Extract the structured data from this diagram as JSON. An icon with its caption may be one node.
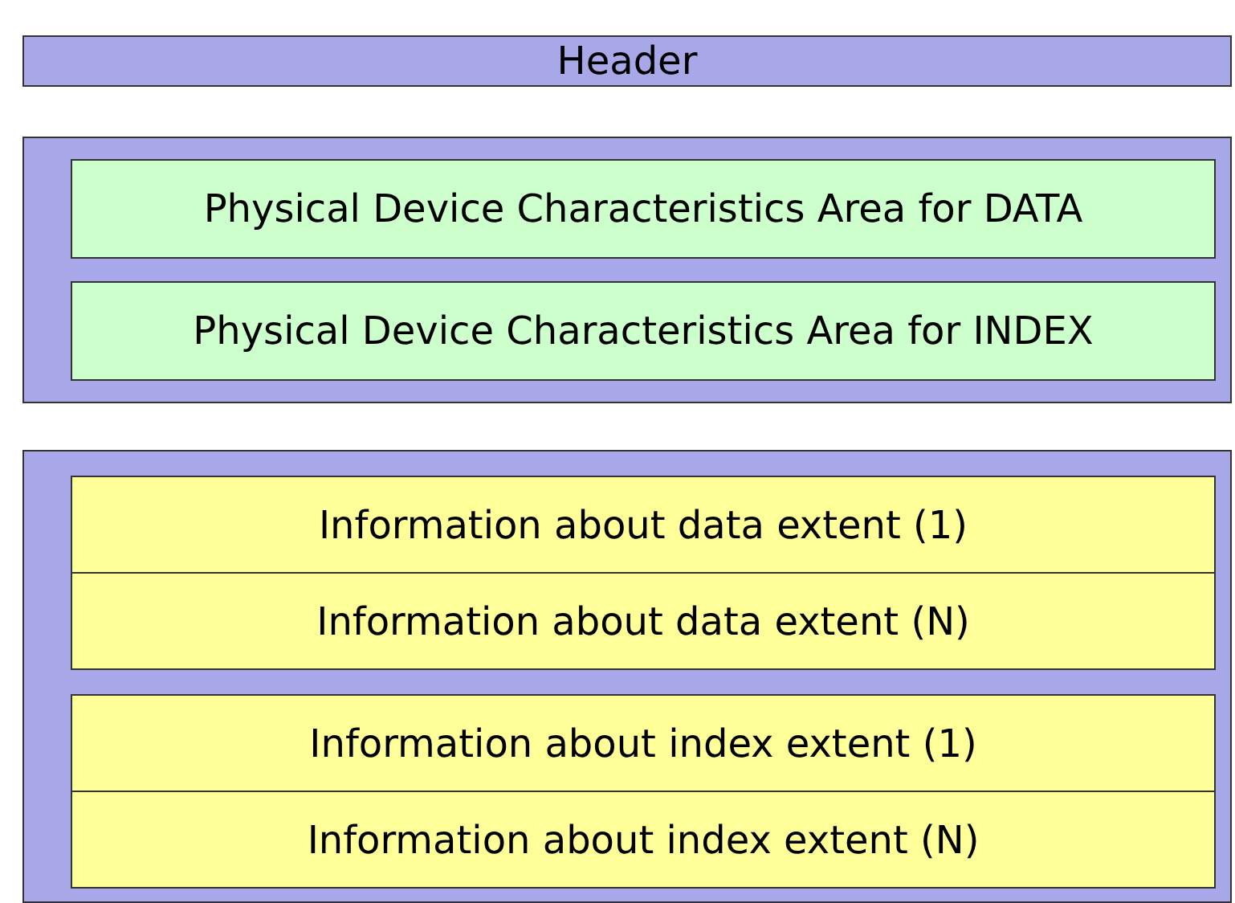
{
  "diagram": {
    "nodes": [
      {
        "text": [
          "Header"
        ]
      },
      {
        "text": [],
        "shape": "box"
      },
      {
        "text": [
          "Physical Device Characteristics Area for DATA"
        ],
        "in": 1
      },
      {
        "text": [
          "Physical Device Characteristics Area for INDEX"
        ],
        "in": 1
      },
      {
        "text": [],
        "shape": "box"
      },
      {
        "text": [
          "Information about data extent (1)"
        ],
        "in": 4
      },
      {
        "text": [
          "Information about data extent (N)"
        ],
        "in": 4
      },
      {
        "text": [
          "Information about index extent (1)"
        ],
        "in": 4
      },
      {
        "text": [
          "Information about index extent (N)"
        ],
        "in": 4
      }
    ]
  }
}
